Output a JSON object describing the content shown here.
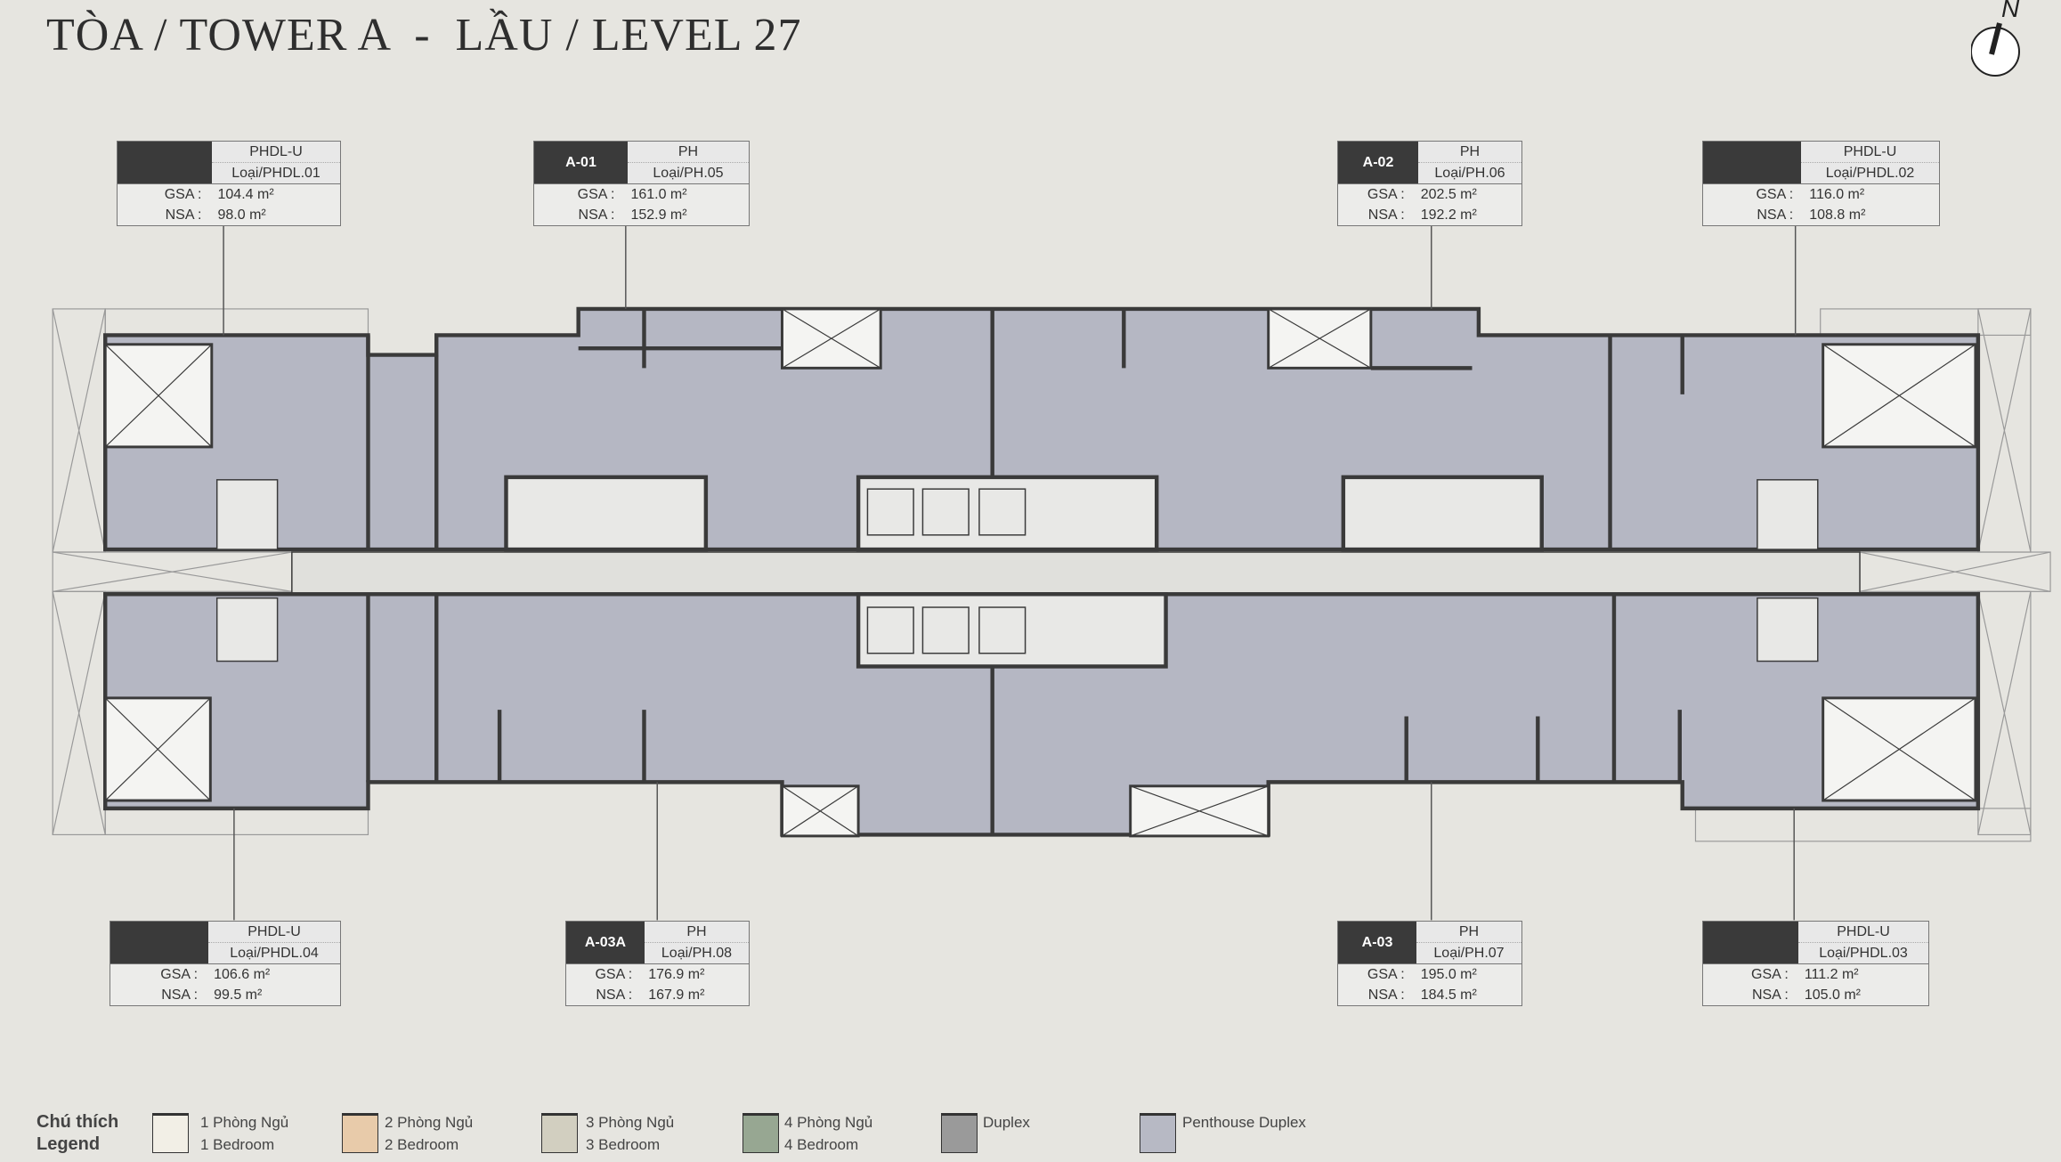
{
  "title": "TÒA / TOWER A  -  LẦU / LEVEL 27",
  "compass": {
    "label": "N"
  },
  "units": [
    {
      "code": "",
      "type": "PHDL-U",
      "model": "Loại/PHDL.01",
      "gsa_label": "GSA :",
      "gsa": "104.4 m²",
      "nsa_label": "NSA :",
      "nsa": "98.0 m²"
    },
    {
      "code": "A-01",
      "type": "PH",
      "model": "Loại/PH.05",
      "gsa_label": "GSA :",
      "gsa": "161.0 m²",
      "nsa_label": "NSA :",
      "nsa": "152.9 m²"
    },
    {
      "code": "A-02",
      "type": "PH",
      "model": "Loại/PH.06",
      "gsa_label": "GSA :",
      "gsa": "202.5 m²",
      "nsa_label": "NSA :",
      "nsa": "192.2 m²"
    },
    {
      "code": "",
      "type": "PHDL-U",
      "model": "Loại/PHDL.02",
      "gsa_label": "GSA :",
      "gsa": "116.0 m²",
      "nsa_label": "NSA :",
      "nsa": "108.8 m²"
    },
    {
      "code": "",
      "type": "PHDL-U",
      "model": "Loại/PHDL.04",
      "gsa_label": "GSA :",
      "gsa": "106.6 m²",
      "nsa_label": "NSA :",
      "nsa": "99.5 m²"
    },
    {
      "code": "A-03A",
      "type": "PH",
      "model": "Loại/PH.08",
      "gsa_label": "GSA :",
      "gsa": "176.9 m²",
      "nsa_label": "NSA :",
      "nsa": "167.9 m²"
    },
    {
      "code": "A-03",
      "type": "PH",
      "model": "Loại/PH.07",
      "gsa_label": "GSA :",
      "gsa": "195.0 m²",
      "nsa_label": "NSA :",
      "nsa": "184.5 m²"
    },
    {
      "code": "",
      "type": "PHDL-U",
      "model": "Loại/PHDL.03",
      "gsa_label": "GSA :",
      "gsa": "111.2 m²",
      "nsa_label": "NSA :",
      "nsa": "105.0 m²"
    }
  ],
  "legend": {
    "title_vi": "Chú thích",
    "title_en": "Legend",
    "items": [
      {
        "vi": "1 Phòng Ngủ",
        "en": "1 Bedroom",
        "color": "#f2efe6"
      },
      {
        "vi": "2 Phòng Ngủ",
        "en": "2 Bedroom",
        "color": "#e8cbaa"
      },
      {
        "vi": "3 Phòng Ngủ",
        "en": "3 Bedroom",
        "color": "#d2cfc0"
      },
      {
        "vi": "4 Phòng Ngủ",
        "en": "4 Bedroom",
        "color": "#97a792"
      },
      {
        "vi": "Duplex",
        "en": "",
        "color": "#9a9a9a"
      },
      {
        "vi": "Penthouse Duplex",
        "en": "",
        "color": "#b7b9c4"
      }
    ]
  },
  "colors": {
    "penthouse": "#b5b7c3",
    "wall": "#3a3a3a",
    "corridor": "#e0e0dc",
    "background": "#e6e5e0"
  }
}
